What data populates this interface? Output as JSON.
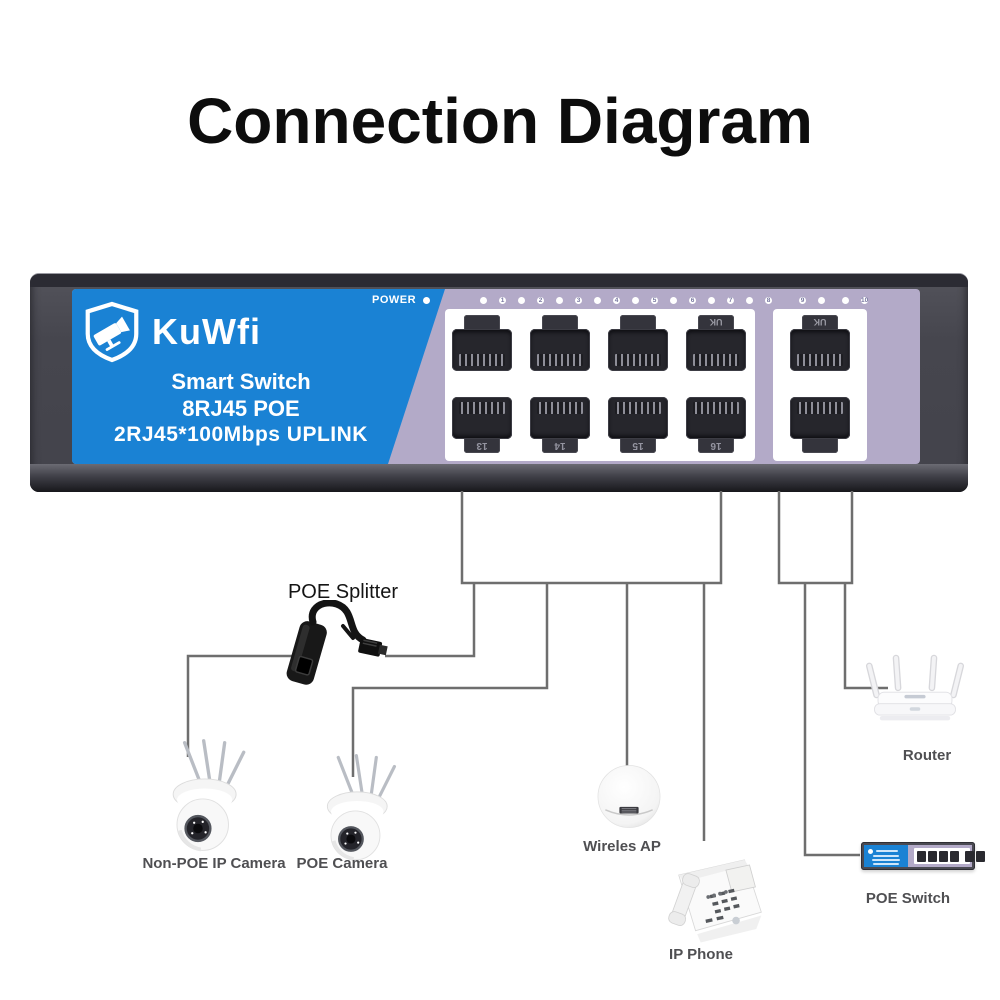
{
  "title": "Connection Diagram",
  "switch": {
    "brand": "KuWfi",
    "line1": "Smart Switch",
    "line2": "8RJ45 POE",
    "line3": "2RJ45*100Mbps UPLINK",
    "power_label": "POWER",
    "port_leds": [
      "1",
      "2",
      "3",
      "4",
      "5",
      "6",
      "7",
      "8"
    ],
    "uplink_leds": [
      "9",
      "10"
    ],
    "bottom_port_labels": [
      "13",
      "14",
      "15",
      "16"
    ],
    "port_marking": "UK"
  },
  "devices": {
    "splitter": {
      "label": "POE Splitter"
    },
    "camera1": {
      "label": "Non-POE IP Camera"
    },
    "camera2": {
      "label": "POE Camera"
    },
    "ap": {
      "label": "Wireles AP"
    },
    "phone": {
      "label": "IP Phone"
    },
    "router": {
      "label": "Router"
    },
    "poe_switch": {
      "label": "POE Switch"
    }
  },
  "connections": [
    {
      "from": "poe-ports",
      "to": "POE Splitter"
    },
    {
      "from": "POE Splitter",
      "to": "Non-POE IP Camera"
    },
    {
      "from": "poe-ports",
      "to": "POE Camera"
    },
    {
      "from": "poe-ports",
      "to": "Wireles AP"
    },
    {
      "from": "poe-ports",
      "to": "IP Phone"
    },
    {
      "from": "uplink-ports",
      "to": "Router"
    },
    {
      "from": "uplink-ports",
      "to": "POE Switch"
    }
  ],
  "colors": {
    "accent_blue": "#1a82d4",
    "lavender": "#b3aac8",
    "body_gray": "#46464e",
    "wire_gray": "#6e6e6e",
    "label_gray": "#4f4f52"
  }
}
